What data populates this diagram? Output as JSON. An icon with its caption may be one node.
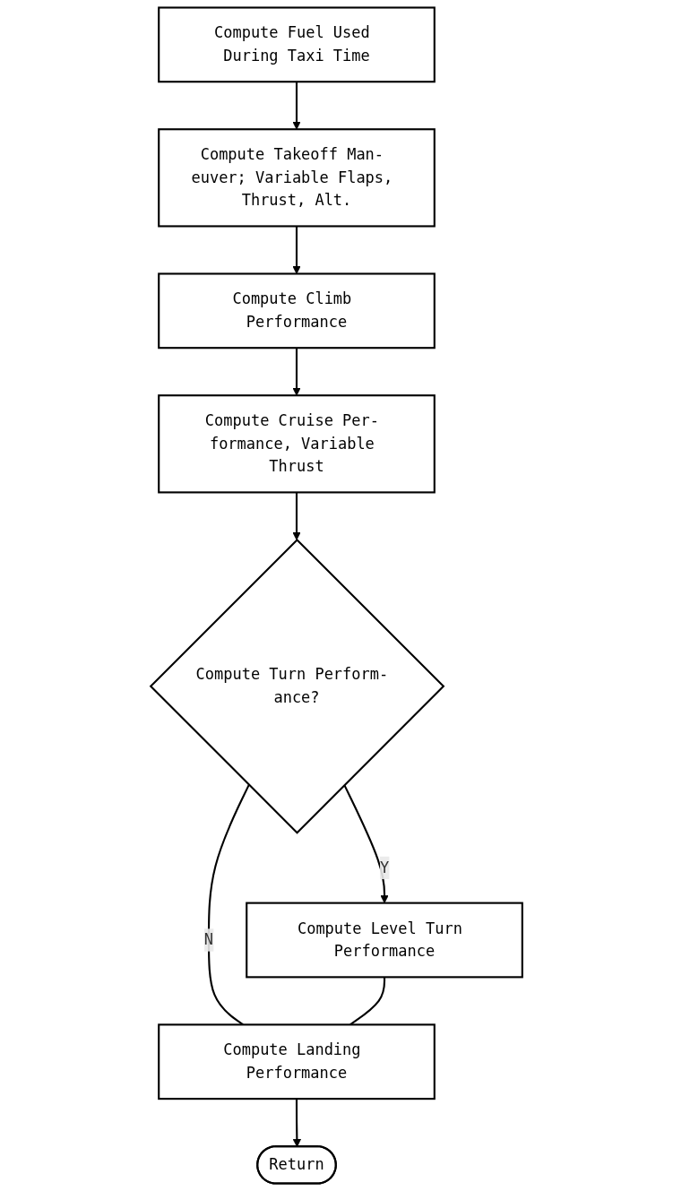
{
  "diagram": {
    "nodes": [
      {
        "text": [
          "Compute Fuel Used During Taxi Time"
        ]
      },
      {
        "text": [
          "Compute Takeoff Man- euver; Variable Flaps, Thrust, Alt."
        ]
      },
      {
        "text": [
          "Compute Climb Performance"
        ]
      },
      {
        "text": [
          "Compute Cruise Per- formance, Variable Thrust"
        ]
      },
      {
        "text": [
          "Compute Turn Perform- ance?"
        ]
      },
      {
        "text": [
          "Compute Level Turn Performance"
        ]
      },
      {
        "text": [
          "Compute Landing Performance"
        ]
      },
      {
        "text": [
          "Return"
        ]
      }
    ],
    "edges": [
      {
        "from": 0,
        "to": 1,
        "arrow": "to"
      },
      {
        "from": 1,
        "to": 2,
        "arrow": "to"
      },
      {
        "from": 2,
        "to": 3,
        "arrow": "to"
      },
      {
        "from": 3,
        "to": 4,
        "arrow": "to"
      },
      {
        "from": 4,
        "to": 5,
        "arrow": "to",
        "label": "Y"
      },
      {
        "from": 4,
        "to": 6,
        "arrow": "none",
        "label": "N"
      },
      {
        "from": 5,
        "to": 6,
        "arrow": "none"
      },
      {
        "from": 6,
        "to": 7,
        "arrow": "to"
      }
    ]
  }
}
